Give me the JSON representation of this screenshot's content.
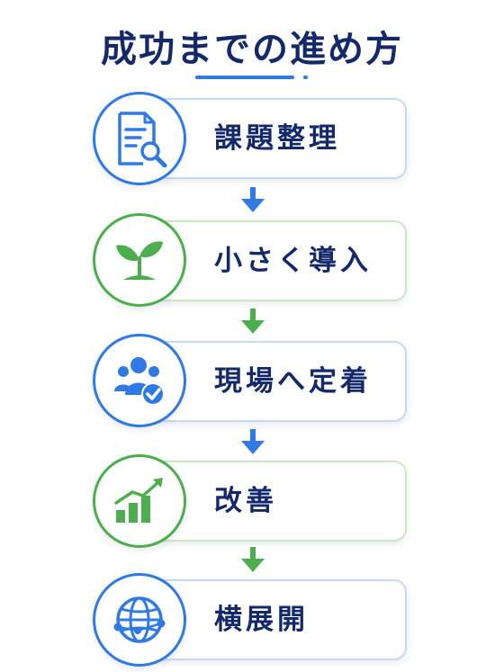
{
  "title": "成功までの進め方",
  "steps": [
    {
      "label": "課題整理",
      "icon": "document-search-icon",
      "accent": "#2f7ae5"
    },
    {
      "label": "小さく導入",
      "icon": "sprout-icon",
      "accent": "#4cae4c"
    },
    {
      "label": "現場へ定着",
      "icon": "team-check-icon",
      "accent": "#2f7ae5"
    },
    {
      "label": "改善",
      "icon": "growth-chart-icon",
      "accent": "#4cae4c"
    },
    {
      "label": "横展開",
      "icon": "globe-network-icon",
      "accent": "#2f7ae5"
    }
  ],
  "colors": {
    "title": "#14296b",
    "blue": "#2f7ae5",
    "green": "#4cae4c"
  }
}
